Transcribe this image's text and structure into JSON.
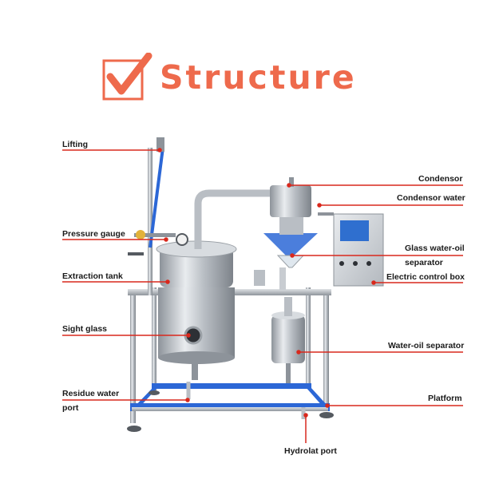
{
  "title": "Structure",
  "colors": {
    "accent": "#ee6a4c",
    "leader_line": "#d9281d",
    "steel": "#c8ccd1",
    "frame_blue": "#2c67d6"
  },
  "labels": {
    "lifting": "Lifting",
    "pressure_gauge": "Pressure gauge",
    "extraction_tank": "Extraction tank",
    "sight_glass": "Sight glass",
    "residue_water_port_1": "Residue water",
    "residue_water_port_2": "port",
    "condensor": "Condensor",
    "condensor_water": "Condensor water",
    "glass_separator_1": "Glass water-oil",
    "glass_separator_2": "separator",
    "electric_control_box": "Electric control box",
    "water_oil_separator": "Water-oil separator",
    "platform": "Platform",
    "hydrolat_port": "Hydrolat port"
  }
}
